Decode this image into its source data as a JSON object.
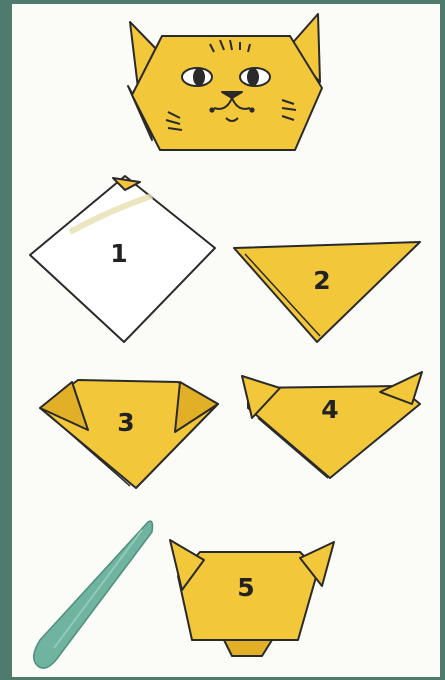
{
  "steps": [
    {
      "label": "1"
    },
    {
      "label": "2"
    },
    {
      "label": "3"
    },
    {
      "label": "4"
    },
    {
      "label": "5"
    }
  ],
  "colors": {
    "frame": "#4f7a6e",
    "paper": "#fbfbf7",
    "yellow": "#f2c83a",
    "yellow_shade": "#e1b027",
    "outline": "#2a2a2a",
    "stick": "#6fb3a0"
  },
  "icons": {
    "result": "cat-face-origami",
    "tool": "teal-stick"
  }
}
